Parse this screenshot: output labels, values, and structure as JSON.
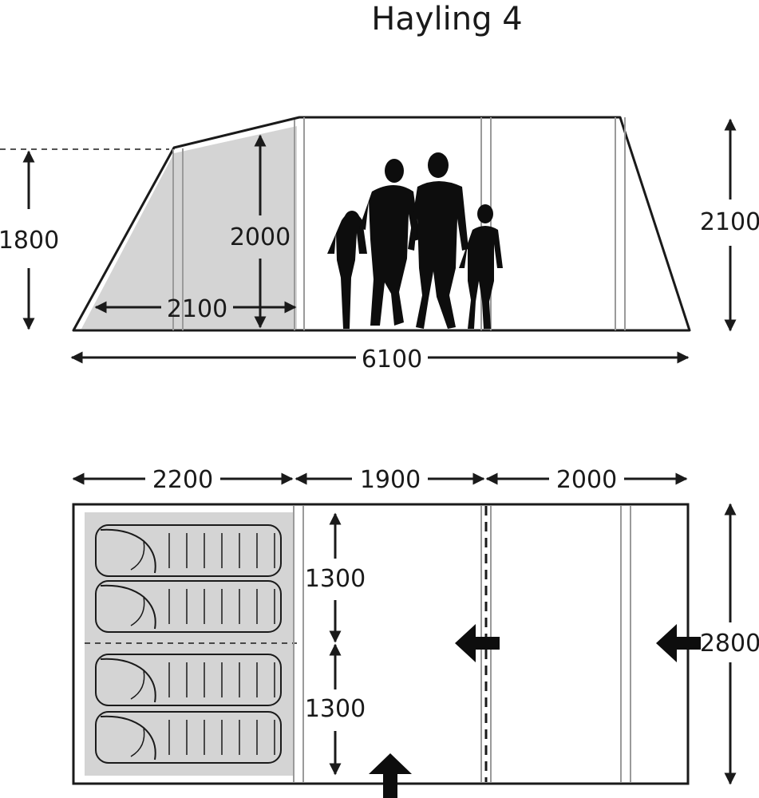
{
  "title": "Hayling 4",
  "side_view": {
    "dims": {
      "porch_height": "1800",
      "bedroom_height": "2000",
      "bedroom_length": "2100",
      "total_height": "2100",
      "total_length": "6100"
    }
  },
  "floor_plan": {
    "dims": {
      "bedroom_length": "2200",
      "middle_length": "1900",
      "porch_length": "2000",
      "berth_width_top": "1300",
      "berth_width_bottom": "1300",
      "total_width": "2800"
    },
    "sleeping_bags": 4
  },
  "colors": {
    "line": "#1a1a1a",
    "bedroom_fill": "#d4d4d4",
    "pole": "#9a9a9a"
  }
}
